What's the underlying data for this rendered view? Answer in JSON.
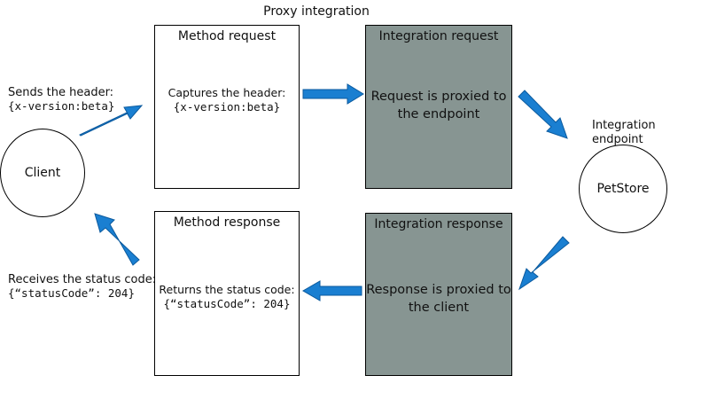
{
  "title": "Proxy integration",
  "client": {
    "label": "Client",
    "sends_label": "Sends the header:",
    "sends_value": "{x-version:beta}",
    "receives_label": "Receives the status code:",
    "receives_value": "{“statusCode”: 204}"
  },
  "method_request": {
    "title": "Method request",
    "body_label": "Captures the header:",
    "body_value": "{x-version:beta}"
  },
  "integration_request": {
    "title": "Integration request",
    "body_line1": "Request is proxied to",
    "body_line2": "the endpoint"
  },
  "endpoint": {
    "label_line1": "Integration",
    "label_line2": "endpoint",
    "name": "PetStore"
  },
  "method_response": {
    "title": "Method response",
    "body_label": "Returns the status code:",
    "body_value": "{“statusCode”: 204}"
  },
  "integration_response": {
    "title": "Integration response",
    "body_line1": "Response is proxied to",
    "body_line2": "the client"
  },
  "colors": {
    "arrow": "#1a7fd1",
    "arrow_edge": "#0b5a9e",
    "integration_box": "#879592"
  }
}
